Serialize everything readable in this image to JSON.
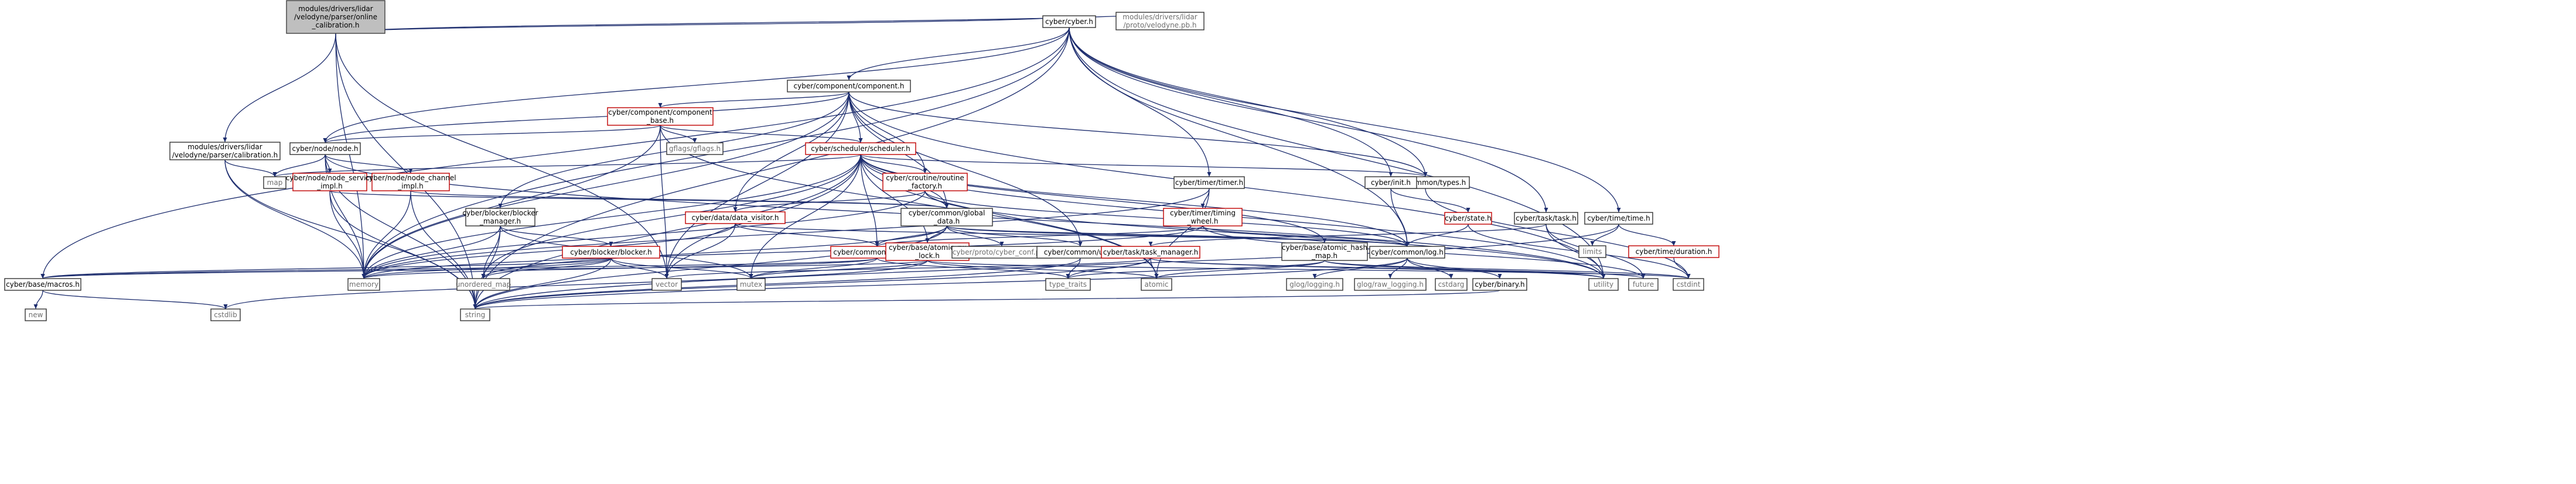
{
  "nodes": [
    {
      "id": "root",
      "lines": [
        "modules/drivers/lidar",
        "/velodyne/parser/online",
        "_calibration.h"
      ],
      "style": "root"
    },
    {
      "id": "cyber",
      "lines": [
        "cyber/cyber.h"
      ],
      "style": "plain"
    },
    {
      "id": "pb",
      "lines": [
        "modules/drivers/lidar",
        "/proto/velodyne.pb.h"
      ],
      "style": "grey"
    },
    {
      "id": "calib",
      "lines": [
        "modules/drivers/lidar",
        "/velodyne/parser/calibration.h"
      ],
      "style": "plain"
    },
    {
      "id": "component",
      "lines": [
        "cyber/component/component.h"
      ],
      "style": "plain"
    },
    {
      "id": "compbase",
      "lines": [
        "cyber/component/component",
        "_base.h"
      ],
      "style": "red"
    },
    {
      "id": "node",
      "lines": [
        "cyber/node/node.h"
      ],
      "style": "plain"
    },
    {
      "id": "gflags",
      "lines": [
        "gflags/gflags.h"
      ],
      "style": "grey"
    },
    {
      "id": "scheduler",
      "lines": [
        "cyber/scheduler/scheduler.h"
      ],
      "style": "red"
    },
    {
      "id": "map",
      "lines": [
        "map"
      ],
      "style": "grey"
    },
    {
      "id": "nodeservice",
      "lines": [
        "cyber/node/node_service",
        "_impl.h"
      ],
      "style": "red"
    },
    {
      "id": "nodechannel",
      "lines": [
        "cyber/node/node_channel",
        "_impl.h"
      ],
      "style": "red"
    },
    {
      "id": "routine",
      "lines": [
        "cyber/croutine/routine",
        "_factory.h"
      ],
      "style": "red"
    },
    {
      "id": "types",
      "lines": [
        "cyber/common/types.h"
      ],
      "style": "plain"
    },
    {
      "id": "timer",
      "lines": [
        "cyber/timer/timer.h"
      ],
      "style": "plain"
    },
    {
      "id": "init",
      "lines": [
        "cyber/init.h"
      ],
      "style": "plain"
    },
    {
      "id": "state",
      "lines": [
        "cyber/state.h"
      ],
      "style": "red"
    },
    {
      "id": "task",
      "lines": [
        "cyber/task/task.h"
      ],
      "style": "plain"
    },
    {
      "id": "time",
      "lines": [
        "cyber/time/time.h"
      ],
      "style": "plain"
    },
    {
      "id": "blockermgr",
      "lines": [
        "cyber/blocker/blocker",
        "_manager.h"
      ],
      "style": "plain"
    },
    {
      "id": "datavisitor",
      "lines": [
        "cyber/data/data_visitor.h"
      ],
      "style": "red"
    },
    {
      "id": "global",
      "lines": [
        "cyber/common/global",
        "_data.h"
      ],
      "style": "plain"
    },
    {
      "id": "timing",
      "lines": [
        "cyber/timer/timing",
        "_wheel.h"
      ],
      "style": "red"
    },
    {
      "id": "limits",
      "lines": [
        "limits"
      ],
      "style": "grey"
    },
    {
      "id": "duration",
      "lines": [
        "cyber/time/duration.h"
      ],
      "style": "red"
    },
    {
      "id": "blocker",
      "lines": [
        "cyber/blocker/blocker.h"
      ],
      "style": "red"
    },
    {
      "id": "macros",
      "lines": [
        "cyber/common/macros.h"
      ],
      "style": "red"
    },
    {
      "id": "atomicrw",
      "lines": [
        "cyber/base/atomic_rw",
        "_lock.h"
      ],
      "style": "red"
    },
    {
      "id": "conf",
      "lines": [
        "cyber/proto/cyber_conf.pb.h"
      ],
      "style": "grey"
    },
    {
      "id": "util",
      "lines": [
        "cyber/common/util.h"
      ],
      "style": "plain"
    },
    {
      "id": "taskmgr",
      "lines": [
        "cyber/task/task_manager.h"
      ],
      "style": "red"
    },
    {
      "id": "atomichash",
      "lines": [
        "cyber/base/atomic_hash",
        "_map.h"
      ],
      "style": "plain"
    },
    {
      "id": "log",
      "lines": [
        "cyber/common/log.h"
      ],
      "style": "plain"
    },
    {
      "id": "basemacros",
      "lines": [
        "cyber/base/macros.h"
      ],
      "style": "plain"
    },
    {
      "id": "memory",
      "lines": [
        "memory"
      ],
      "style": "grey"
    },
    {
      "id": "unordered",
      "lines": [
        "unordered_map"
      ],
      "style": "grey"
    },
    {
      "id": "vector",
      "lines": [
        "vector"
      ],
      "style": "grey"
    },
    {
      "id": "mutex",
      "lines": [
        "mutex"
      ],
      "style": "grey"
    },
    {
      "id": "typetraits",
      "lines": [
        "type_traits"
      ],
      "style": "grey"
    },
    {
      "id": "atomic",
      "lines": [
        "atomic"
      ],
      "style": "grey"
    },
    {
      "id": "glog",
      "lines": [
        "glog/logging.h"
      ],
      "style": "grey"
    },
    {
      "id": "glograw",
      "lines": [
        "glog/raw_logging.h"
      ],
      "style": "grey"
    },
    {
      "id": "cstdarg",
      "lines": [
        "cstdarg"
      ],
      "style": "grey"
    },
    {
      "id": "binary",
      "lines": [
        "cyber/binary.h"
      ],
      "style": "plain"
    },
    {
      "id": "utility",
      "lines": [
        "utility"
      ],
      "style": "grey"
    },
    {
      "id": "future",
      "lines": [
        "future"
      ],
      "style": "grey"
    },
    {
      "id": "cstdint",
      "lines": [
        "cstdint"
      ],
      "style": "grey"
    },
    {
      "id": "new",
      "lines": [
        "new"
      ],
      "style": "grey"
    },
    {
      "id": "cstdlib",
      "lines": [
        "cstdlib"
      ],
      "style": "grey"
    },
    {
      "id": "string",
      "lines": [
        "string"
      ],
      "style": "grey"
    }
  ],
  "edges": [
    [
      "root",
      "cyber"
    ],
    [
      "root",
      "pb"
    ],
    [
      "root",
      "calib"
    ],
    [
      "root",
      "memory"
    ],
    [
      "root",
      "vector"
    ],
    [
      "root",
      "string"
    ],
    [
      "calib",
      "map"
    ],
    [
      "calib",
      "memory"
    ],
    [
      "calib",
      "string"
    ],
    [
      "cyber",
      "component"
    ],
    [
      "cyber",
      "node"
    ],
    [
      "cyber",
      "timer"
    ],
    [
      "cyber",
      "init"
    ],
    [
      "cyber",
      "task"
    ],
    [
      "cyber",
      "time"
    ],
    [
      "cyber",
      "types"
    ],
    [
      "cyber",
      "log"
    ],
    [
      "cyber",
      "basemacros"
    ],
    [
      "cyber",
      "memory"
    ],
    [
      "cyber",
      "string"
    ],
    [
      "cyber",
      "utility"
    ],
    [
      "component",
      "compbase"
    ],
    [
      "component",
      "scheduler"
    ],
    [
      "component",
      "node"
    ],
    [
      "component",
      "routine"
    ],
    [
      "component",
      "datavisitor"
    ],
    [
      "component",
      "global"
    ],
    [
      "component",
      "types"
    ],
    [
      "component",
      "util"
    ],
    [
      "component",
      "blockermgr"
    ],
    [
      "component",
      "memory"
    ],
    [
      "component",
      "vector"
    ],
    [
      "component",
      "utility"
    ],
    [
      "compbase",
      "node"
    ],
    [
      "compbase",
      "scheduler"
    ],
    [
      "compbase",
      "gflags"
    ],
    [
      "compbase",
      "atomic"
    ],
    [
      "compbase",
      "vector"
    ],
    [
      "compbase",
      "memory"
    ],
    [
      "node",
      "map"
    ],
    [
      "node",
      "nodeservice"
    ],
    [
      "node",
      "nodechannel"
    ],
    [
      "node",
      "memory"
    ],
    [
      "node",
      "string"
    ],
    [
      "node",
      "utility"
    ],
    [
      "scheduler",
      "map"
    ],
    [
      "scheduler",
      "routine"
    ],
    [
      "scheduler",
      "types"
    ],
    [
      "scheduler",
      "global"
    ],
    [
      "scheduler",
      "macros"
    ],
    [
      "scheduler",
      "atomicrw"
    ],
    [
      "scheduler",
      "atomichash"
    ],
    [
      "scheduler",
      "log"
    ],
    [
      "scheduler",
      "memory"
    ],
    [
      "scheduler",
      "unordered"
    ],
    [
      "scheduler",
      "vector"
    ],
    [
      "scheduler",
      "mutex"
    ],
    [
      "scheduler",
      "atomic"
    ],
    [
      "scheduler",
      "string"
    ],
    [
      "scheduler",
      "utility"
    ],
    [
      "nodeservice",
      "memory"
    ],
    [
      "nodeservice",
      "string"
    ],
    [
      "nodeservice",
      "global"
    ],
    [
      "nodechannel",
      "memory"
    ],
    [
      "nodechannel",
      "string"
    ],
    [
      "nodechannel",
      "global"
    ],
    [
      "routine",
      "global"
    ],
    [
      "routine",
      "datavisitor"
    ],
    [
      "routine",
      "log"
    ],
    [
      "routine",
      "memory"
    ],
    [
      "routine",
      "utility"
    ],
    [
      "types",
      "cstdint"
    ],
    [
      "timer",
      "timing"
    ],
    [
      "timer",
      "memory"
    ],
    [
      "timer",
      "atomic"
    ],
    [
      "init",
      "state"
    ],
    [
      "init",
      "log"
    ],
    [
      "state",
      "log"
    ],
    [
      "state",
      "cstdint"
    ],
    [
      "task",
      "taskmgr"
    ],
    [
      "task",
      "future"
    ],
    [
      "task",
      "utility"
    ],
    [
      "time",
      "limits"
    ],
    [
      "time",
      "duration"
    ],
    [
      "time",
      "string"
    ],
    [
      "duration",
      "cstdint"
    ],
    [
      "blockermgr",
      "blocker"
    ],
    [
      "blockermgr",
      "memory"
    ],
    [
      "blockermgr",
      "string"
    ],
    [
      "blockermgr",
      "unordered"
    ],
    [
      "blockermgr",
      "mutex"
    ],
    [
      "blocker",
      "basemacros"
    ],
    [
      "blocker",
      "memory"
    ],
    [
      "blocker",
      "string"
    ],
    [
      "blocker",
      "unordered"
    ],
    [
      "blocker",
      "vector"
    ],
    [
      "blocker",
      "mutex"
    ],
    [
      "datavisitor",
      "macros"
    ],
    [
      "datavisitor",
      "log"
    ],
    [
      "datavisitor",
      "memory"
    ],
    [
      "datavisitor",
      "vector"
    ],
    [
      "global",
      "macros"
    ],
    [
      "global",
      "atomicrw"
    ],
    [
      "global",
      "atomichash"
    ],
    [
      "global",
      "util"
    ],
    [
      "global",
      "log"
    ],
    [
      "global",
      "conf"
    ],
    [
      "global",
      "unordered"
    ],
    [
      "global",
      "string"
    ],
    [
      "timing",
      "macros"
    ],
    [
      "timing",
      "log"
    ],
    [
      "timing",
      "future"
    ],
    [
      "timing",
      "memory"
    ],
    [
      "macros",
      "basemacros"
    ],
    [
      "macros",
      "memory"
    ],
    [
      "macros",
      "mutex"
    ],
    [
      "macros",
      "typetraits"
    ],
    [
      "atomicrw",
      "basemacros"
    ],
    [
      "atomicrw",
      "mutex"
    ],
    [
      "atomicrw",
      "atomic"
    ],
    [
      "atomicrw",
      "cstdint"
    ],
    [
      "atomicrw",
      "cstdlib"
    ],
    [
      "util",
      "typetraits"
    ],
    [
      "util",
      "string"
    ],
    [
      "taskmgr",
      "macros"
    ],
    [
      "taskmgr",
      "typetraits"
    ],
    [
      "taskmgr",
      "atomic"
    ],
    [
      "taskmgr",
      "future"
    ],
    [
      "taskmgr",
      "string"
    ],
    [
      "taskmgr",
      "utility"
    ],
    [
      "taskmgr",
      "vector"
    ],
    [
      "atomichash",
      "typetraits"
    ],
    [
      "atomichash",
      "atomic"
    ],
    [
      "atomichash",
      "cstdint"
    ],
    [
      "atomichash",
      "utility"
    ],
    [
      "log",
      "glog"
    ],
    [
      "log",
      "glograw"
    ],
    [
      "log",
      "cstdarg"
    ],
    [
      "log",
      "binary"
    ],
    [
      "log",
      "string"
    ],
    [
      "binary",
      "string"
    ],
    [
      "basemacros",
      "new"
    ],
    [
      "basemacros",
      "cstdlib"
    ]
  ]
}
